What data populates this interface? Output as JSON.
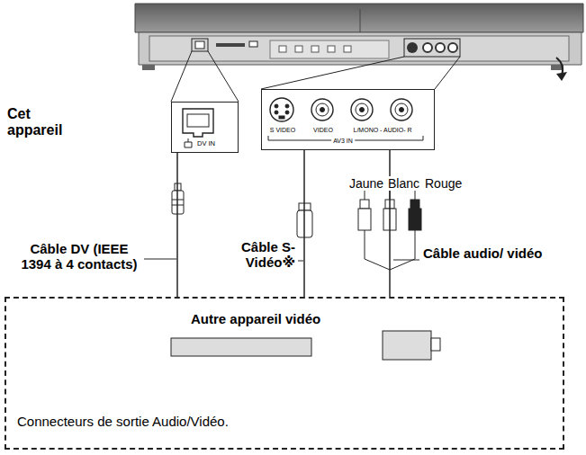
{
  "diagram": {
    "nodes": [
      {
        "text": [
          "DV IN"
        ]
      },
      {
        "text": [
          "S VIDEO",
          "VIDEO",
          "L/MONO - AUDIO- R",
          "AV3 IN"
        ]
      },
      {
        "text": [
          "Autre appareil vidéo",
          "Connecteurs de sortie Audio/Vidéo."
        ]
      }
    ],
    "edges": [
      {
        "from": 0,
        "to": 2,
        "arrow": "none"
      },
      {
        "from": 1,
        "to": 2,
        "arrow": "none"
      },
      {
        "from": 1,
        "to": 2,
        "arrow": "none"
      }
    ],
    "labels": [
      "Cet appareil",
      "Câble DV (IEEE 1394 à 4 contacts)",
      "Jaune",
      "Blanc",
      "Rouge",
      "Câble S-Vidéo※",
      "Câble audio/ vidéo"
    ]
  }
}
